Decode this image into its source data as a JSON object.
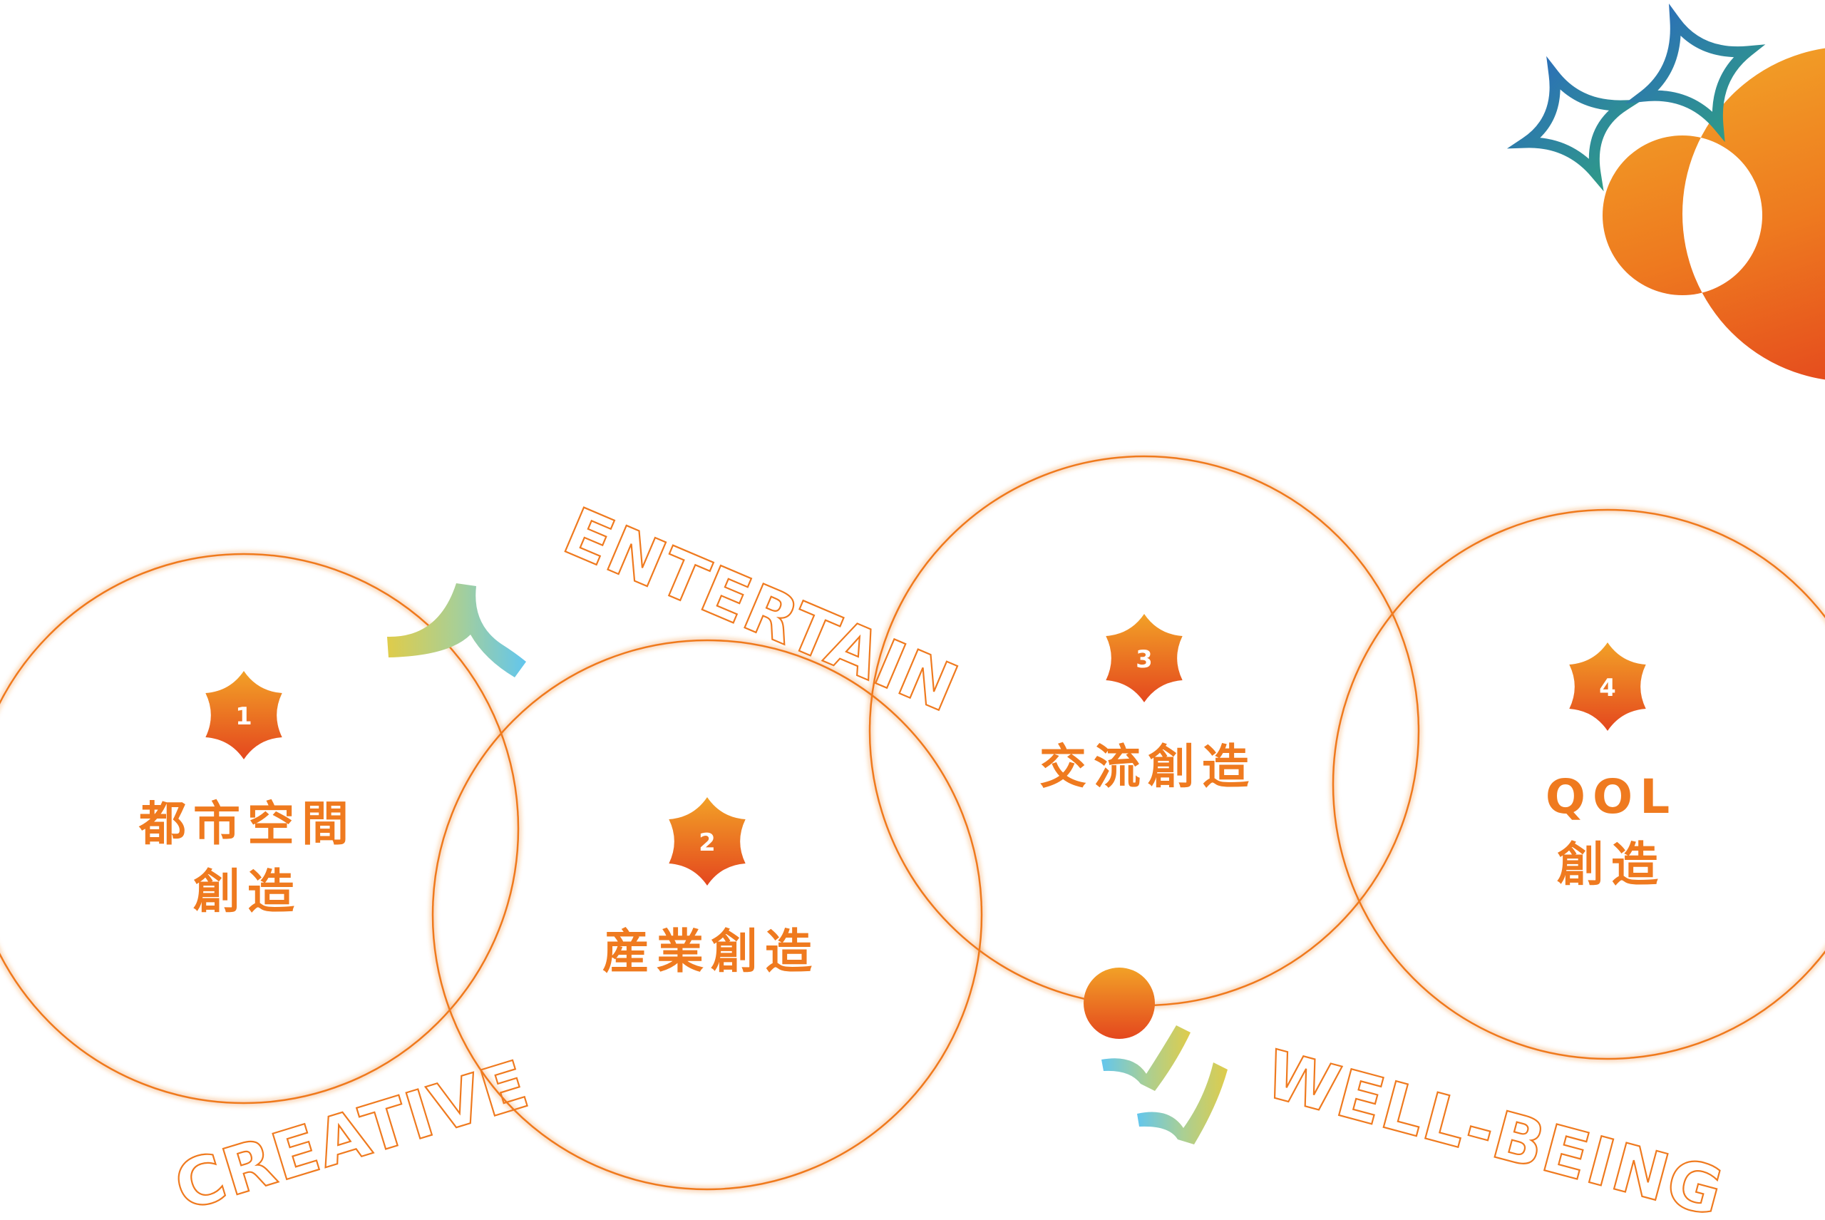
{
  "colors": {
    "accent": "#ef7a1f",
    "accent_light": "#f2a127",
    "accent_dark": "#e4471e",
    "green_yellow": "#dfcc4a",
    "sky_blue": "#62c6ee",
    "navy_blue": "#2c6fb8",
    "teal": "#2f9c86"
  },
  "nodes": [
    {
      "number": "1",
      "label_lines": [
        "都市空間",
        "創造"
      ]
    },
    {
      "number": "2",
      "label_lines": [
        "産業創造"
      ]
    },
    {
      "number": "3",
      "label_lines": [
        "交流創造"
      ]
    },
    {
      "number": "4",
      "label_lines": [
        "QOL",
        "創造"
      ]
    }
  ],
  "keywords": {
    "entertain": "ENTERTAIN",
    "creative": "CREATIVE",
    "well_being": "WELL-BEING"
  },
  "decorations": {
    "logo": "ring-with-sparkles-icon",
    "chevron": "chevron-ribbon-icon",
    "dot": "orange-dot-icon"
  }
}
